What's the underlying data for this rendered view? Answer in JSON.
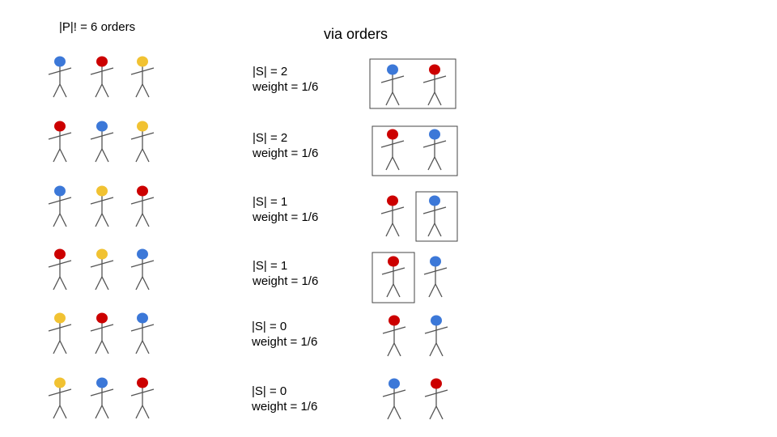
{
  "titles": {
    "left": "|P|! = 6 orders",
    "right": "via orders"
  },
  "colors": {
    "blue": "#3c78d8",
    "red": "#cc0000",
    "yellow": "#f1c232",
    "line": "#555555",
    "box": "#444444"
  },
  "orders": [
    [
      "blue",
      "red",
      "yellow"
    ],
    [
      "red",
      "blue",
      "yellow"
    ],
    [
      "blue",
      "yellow",
      "red"
    ],
    [
      "red",
      "yellow",
      "blue"
    ],
    [
      "yellow",
      "red",
      "blue"
    ],
    [
      "yellow",
      "blue",
      "red"
    ]
  ],
  "rows": [
    {
      "size": "|S| = 2",
      "weight": "weight = 1/6",
      "people": [
        "blue",
        "red"
      ],
      "boxed": "both"
    },
    {
      "size": "|S| = 2",
      "weight": "weight = 1/6",
      "people": [
        "red",
        "blue"
      ],
      "boxed": "both"
    },
    {
      "size": "|S| = 1",
      "weight": "weight = 1/6",
      "people": [
        "red",
        "blue"
      ],
      "boxed": "second"
    },
    {
      "size": "|S| = 1",
      "weight": "weight = 1/6",
      "people": [
        "red",
        "blue"
      ],
      "boxed": "first"
    },
    {
      "size": "|S| = 0",
      "weight": "weight = 1/6",
      "people": [
        "red",
        "blue"
      ],
      "boxed": "none"
    },
    {
      "size": "|S| = 0",
      "weight": "weight = 1/6",
      "people": [
        "blue",
        "red"
      ],
      "boxed": "none"
    }
  ]
}
